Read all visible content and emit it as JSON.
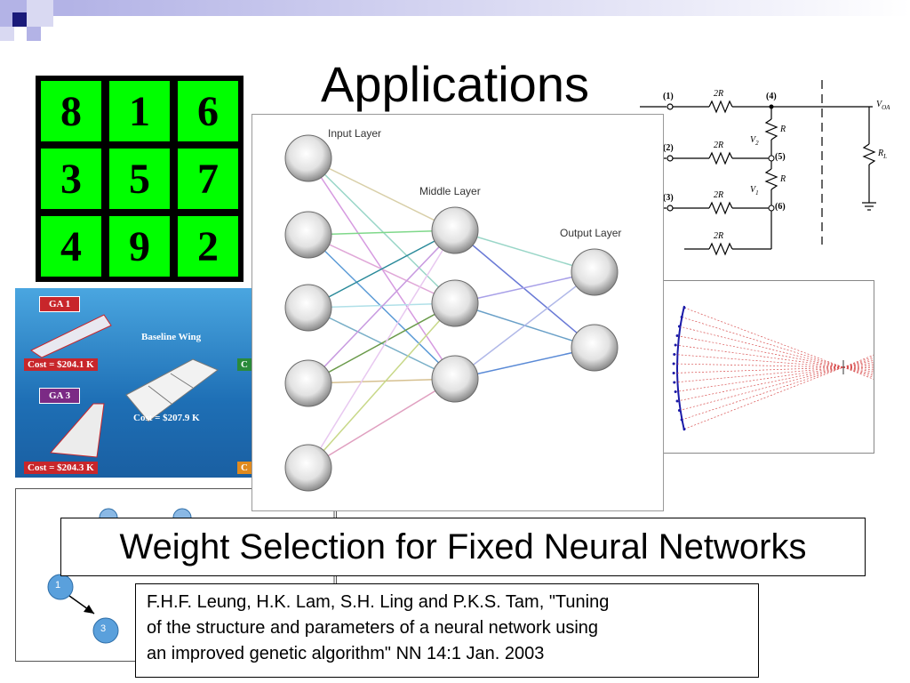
{
  "slide": {
    "title": "Applications",
    "subtitle": "Weight Selection for Fixed Neural Networks",
    "citation": {
      "line1": "F.H.F. Leung, H.K. Lam, S.H. Ling and P.K.S. Tam, \"Tuning",
      "line2": "of the structure and parameters of a neural network using",
      "line3": "an improved genetic algorithm\" NN 14:1 Jan. 2003"
    }
  },
  "magic_square": {
    "cells": [
      "8",
      "1",
      "6",
      "3",
      "5",
      "7",
      "4",
      "9",
      "2"
    ]
  },
  "wing_panel": {
    "ga1": "GA 1",
    "ga3": "GA 3",
    "baseline": "Baseline Wing",
    "cost1": "Cost = $204.1 K",
    "cost_base": "Cost = $207.9 K",
    "cost3": "Cost = $204.3 K",
    "cut_a": "C",
    "cut_b": "C"
  },
  "circuit": {
    "n1": "(1)",
    "n2": "(2)",
    "n3": "(3)",
    "n4": "(4)",
    "n5": "(5)",
    "n6": "(6)",
    "r2a": "2R",
    "r2b": "2R",
    "r2c": "2R",
    "r2d": "2R",
    "ra": "R",
    "rb": "R",
    "v2": "V",
    "v2sub": "2",
    "v1": "V",
    "v1sub": "1",
    "voa": "V",
    "voasub": "OA",
    "rl": "R",
    "rlsub": "L"
  },
  "graph_nodes": {
    "a": "1",
    "b": "3"
  },
  "neural_net": {
    "input_label": "Input Layer",
    "middle_label": "Middle Layer",
    "output_label": "Output Layer"
  },
  "colors": {
    "magic_green": "#00ff00",
    "corner_navy": "#1a1a7a",
    "corner_lavender": "#b3b3e6",
    "ga1_red": "#c8262b",
    "ga3_purple": "#7b2a85"
  }
}
